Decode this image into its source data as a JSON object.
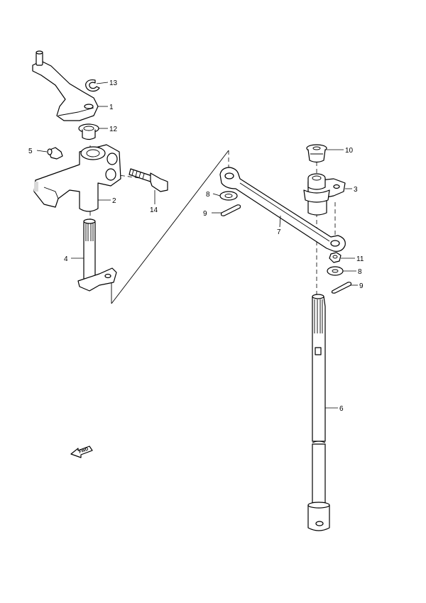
{
  "callouts": [
    {
      "id": "1",
      "text": "1"
    },
    {
      "id": "2",
      "text": "2"
    },
    {
      "id": "3",
      "text": "3"
    },
    {
      "id": "4",
      "text": "4"
    },
    {
      "id": "5",
      "text": "5"
    },
    {
      "id": "6",
      "text": "6"
    },
    {
      "id": "7",
      "text": "7"
    },
    {
      "id": "8a",
      "text": "8"
    },
    {
      "id": "8b",
      "text": "8"
    },
    {
      "id": "9a",
      "text": "9"
    },
    {
      "id": "9b",
      "text": "9"
    },
    {
      "id": "10",
      "text": "10"
    },
    {
      "id": "11",
      "text": "11"
    },
    {
      "id": "12",
      "text": "12"
    },
    {
      "id": "13",
      "text": "13"
    },
    {
      "id": "14",
      "text": "14"
    }
  ],
  "fwd_indicator": {
    "text": "FWD",
    "icon": "forward-arrow-icon"
  }
}
